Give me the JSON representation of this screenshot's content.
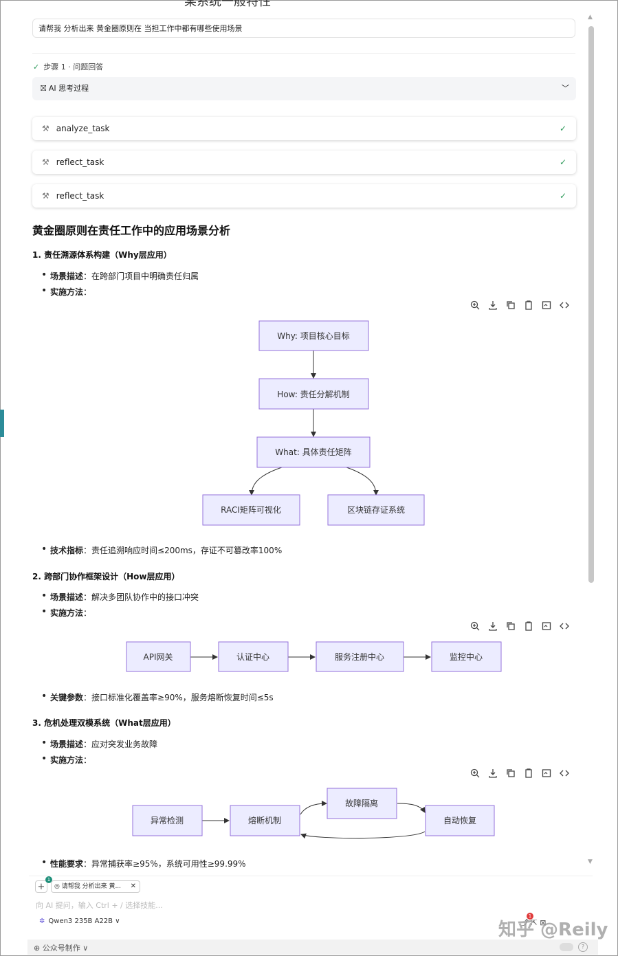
{
  "cut_heading": "某系统一般特性",
  "question": "请帮我 分析出来 黄金圈原则在 当担工作中都有哪些使用场景",
  "step_label": "步骤 1 · 问题回答",
  "thinking_label": "AI 思考过程",
  "tasks": [
    "analyze_task",
    "reflect_task",
    "reflect_task"
  ],
  "title": "黄金圈原则在责任工作中的应用场景分析",
  "sections": [
    {
      "heading": "1. 责任溯源体系构建（Why层应用）",
      "scene_key": "场景描述",
      "scene_val": "：在跨部门项目中明确责任归属",
      "method_key": "实施方法",
      "method_val": "：",
      "metric_key": "技术指标",
      "metric_val": "：责任追溯响应时间≤200ms，存证不可篡改率100%",
      "nodes": [
        "Why: 项目核心目标",
        "How: 责任分解机制",
        "What: 具体责任矩阵",
        "RACI矩阵可视化",
        "区块链存证系统"
      ]
    },
    {
      "heading": "2. 跨部门协作框架设计（How层应用）",
      "scene_key": "场景描述",
      "scene_val": "：解决多团队协作中的接口冲突",
      "method_key": "实施方法",
      "method_val": "：",
      "metric_key": "关键参数",
      "metric_val": "：接口标准化覆盖率≥90%，服务熔断恢复时间≤5s",
      "nodes": [
        "API网关",
        "认证中心",
        "服务注册中心",
        "监控中心"
      ]
    },
    {
      "heading": "3. 危机处理双模系统（What层应用）",
      "scene_key": "场景描述",
      "scene_val": "：应对突发业务故障",
      "method_key": "实施方法",
      "method_val": "：",
      "metric_key": "性能要求",
      "metric_val": "：异常捕获率≥95%，系统可用性≥99.99%",
      "nodes": [
        "异常检测",
        "熔断机制",
        "故障隔离",
        "自动恢复"
      ]
    }
  ],
  "input": {
    "chip_count": "1",
    "chip_label": "请帮我 分析出来 黄...",
    "placeholder": "向 AI 提问，输入 Ctrl + / 选择技能...",
    "model": "Qwen3 235B A22B"
  },
  "bottom_label": "公众号制作",
  "notify_count": "1",
  "watermark": "知乎 @Reily",
  "colors": {
    "node_fill": "#ECECFF",
    "node_stroke": "#9370DB",
    "check": "#2e9a5a"
  }
}
